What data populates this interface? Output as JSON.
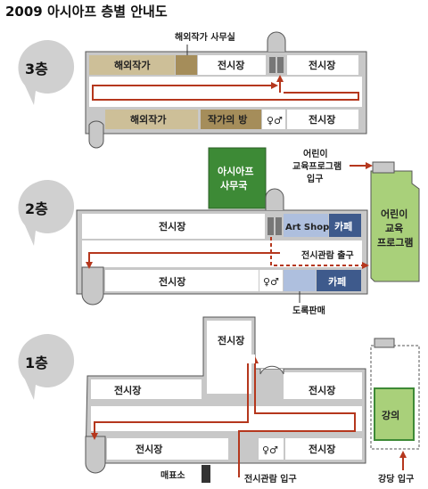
{
  "title": "2009 아시아프 층별 안내도",
  "floors": {
    "f3": {
      "name": "3층",
      "rooms": {
        "overseas_top": "해외작가",
        "hall_top_1": "전시장",
        "hall_top_2": "전시장",
        "overseas_bottom": "해외작가",
        "artist_room": "작가의 방",
        "hall_bottom": "전시장"
      },
      "callout_office": "해외작가 사무실"
    },
    "f2": {
      "name": "2층",
      "rooms": {
        "asiaf_office_line1": "아시아프",
        "asiaf_office_line2": "사무국",
        "hall_top": "전시장",
        "art_shop": "Art Shop",
        "cafe_top": "카페",
        "hall_bottom": "전시장",
        "cafe_bottom": "카페",
        "kids_line1": "어린이",
        "kids_line2": "교육",
        "kids_line3": "프로그램"
      },
      "callout_kids_line1": "어린이",
      "callout_kids_line2": "교육프로그램",
      "callout_kids_line3": "입구",
      "callout_exit": "전시관람 출구",
      "callout_books": "도록판매"
    },
    "f1": {
      "name": "1층",
      "rooms": {
        "hall_center": "전시장",
        "hall_left_top": "전시장",
        "hall_right_top": "전시장",
        "hall_left_bottom": "전시장",
        "hall_right_bottom": "전시장",
        "auditorium": "강의"
      },
      "callout_ticket": "매표소",
      "callout_entrance": "전시관람 입구",
      "callout_auditorium": "강당 입구"
    }
  },
  "colors": {
    "wall": "#c8c8c8",
    "outline": "#555555",
    "tan": "#cdbf98",
    "dark_tan": "#a58d5a",
    "green_dark": "#3d8a36",
    "green_light": "#a9d07a",
    "blue_dark": "#3e5a8c",
    "blue_light": "#aebfde",
    "route": "#b5371d",
    "bubble": "#d0d0d0"
  }
}
